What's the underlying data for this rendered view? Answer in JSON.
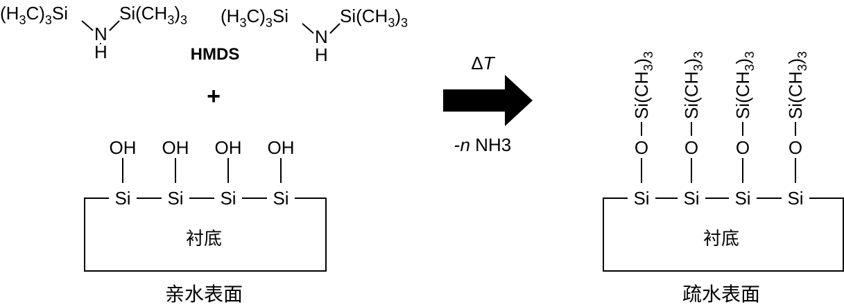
{
  "reagents": {
    "hmds_label": "HMDS",
    "plus": "+",
    "left_group": "(H3C)3Si",
    "right_group": "Si(CH3)3",
    "nitrogen": "N",
    "hydrogen": "H"
  },
  "substrate": {
    "label": "衬底",
    "si_atom": "Si",
    "oh_group": "OH",
    "o_atom": "O",
    "trimethylsilyl": "Si(CH3)3"
  },
  "reaction": {
    "heat_symbol": "Δ",
    "heat_var": "T",
    "byproduct_prefix": "-",
    "byproduct_n": "n",
    "byproduct": "NH3"
  },
  "captions": {
    "before": "亲水表面",
    "after": "疏水表面"
  }
}
